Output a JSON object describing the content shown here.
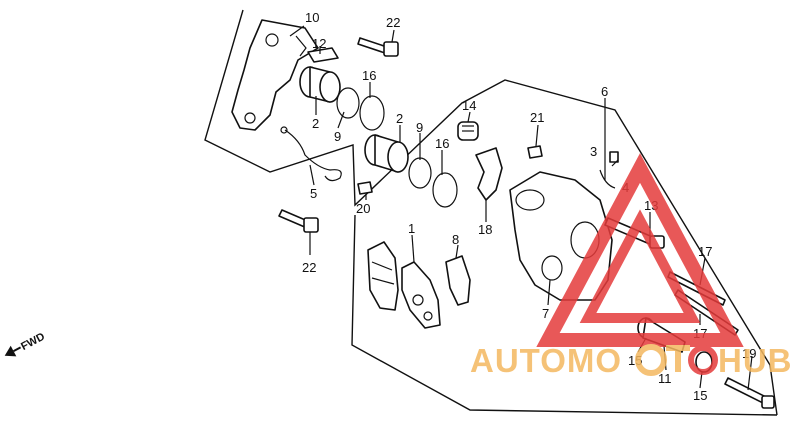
{
  "part_numbers": {
    "p10": "10",
    "p12": "12",
    "p22a": "22",
    "p2a": "2",
    "p9a": "9",
    "p16a": "16",
    "p2b": "2",
    "p9b": "9",
    "p16b": "16",
    "p14": "14",
    "p21": "21",
    "p6": "6",
    "p3": "3",
    "p4": "4",
    "p5": "5",
    "p20": "20",
    "p18": "18",
    "p13": "13",
    "p22b": "22",
    "p1": "1",
    "p8": "8",
    "p17a": "17",
    "p7": "7",
    "p17b": "17",
    "p15a": "15",
    "p11": "11",
    "p19": "19",
    "p15b": "15"
  },
  "direction_label": "FWD",
  "watermark": {
    "text_left": "AUTOMO",
    "text_right": "HUB",
    "color_orange": "#f4b860",
    "color_red": "#e53b3b"
  }
}
